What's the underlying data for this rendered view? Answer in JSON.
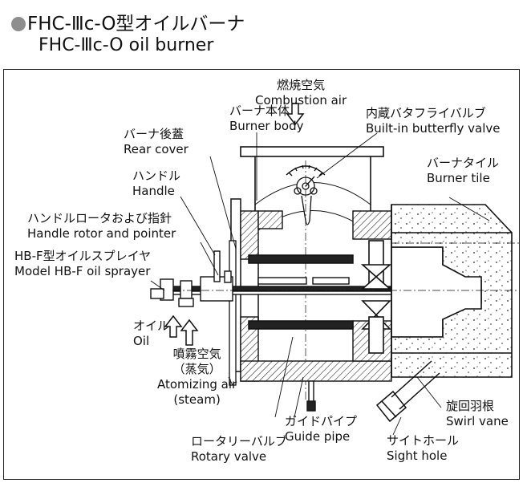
{
  "title": {
    "jp": "FHC-Ⅲc-O型オイルバーナ",
    "en": "FHC-Ⅲc-O oil burner"
  },
  "labels": {
    "combustion_air": {
      "jp": "燃焼空気",
      "en": "Combustion air"
    },
    "burner_body": {
      "jp": "バーナ本体",
      "en": "Burner body"
    },
    "butterfly_valve": {
      "jp": "内蔵バタフライバルブ",
      "en": "Built-in butterfly valve"
    },
    "rear_cover": {
      "jp": "バーナ後蓋",
      "en": "Rear cover"
    },
    "burner_tile": {
      "jp": "バーナタイル",
      "en": "Burner tile"
    },
    "handle": {
      "jp": "ハンドル",
      "en": "Handle"
    },
    "handle_rotor": {
      "jp": "ハンドルロータおよび指針",
      "en": "Handle rotor and pointer"
    },
    "oil_sprayer": {
      "jp": "HB-F型オイルスプレイヤ",
      "en": "Model HB-F oil sprayer"
    },
    "oil": {
      "jp": "オイル",
      "en": "Oil"
    },
    "atomizing": {
      "jp1": "噴霧空気",
      "jp2": "（蒸気）",
      "en1": "Atomizing air",
      "en2": "(steam)"
    },
    "guide_pipe": {
      "jp": "ガイドパイプ",
      "en": "Guide pipe"
    },
    "rotary_valve": {
      "jp": "ロータリーバルブ",
      "en": "Rotary valve"
    },
    "swirl_vane": {
      "jp": "旋回羽根",
      "en": "Swirl vane"
    },
    "sight_hole": {
      "jp": "サイトホール",
      "en": "Sight hole"
    }
  }
}
